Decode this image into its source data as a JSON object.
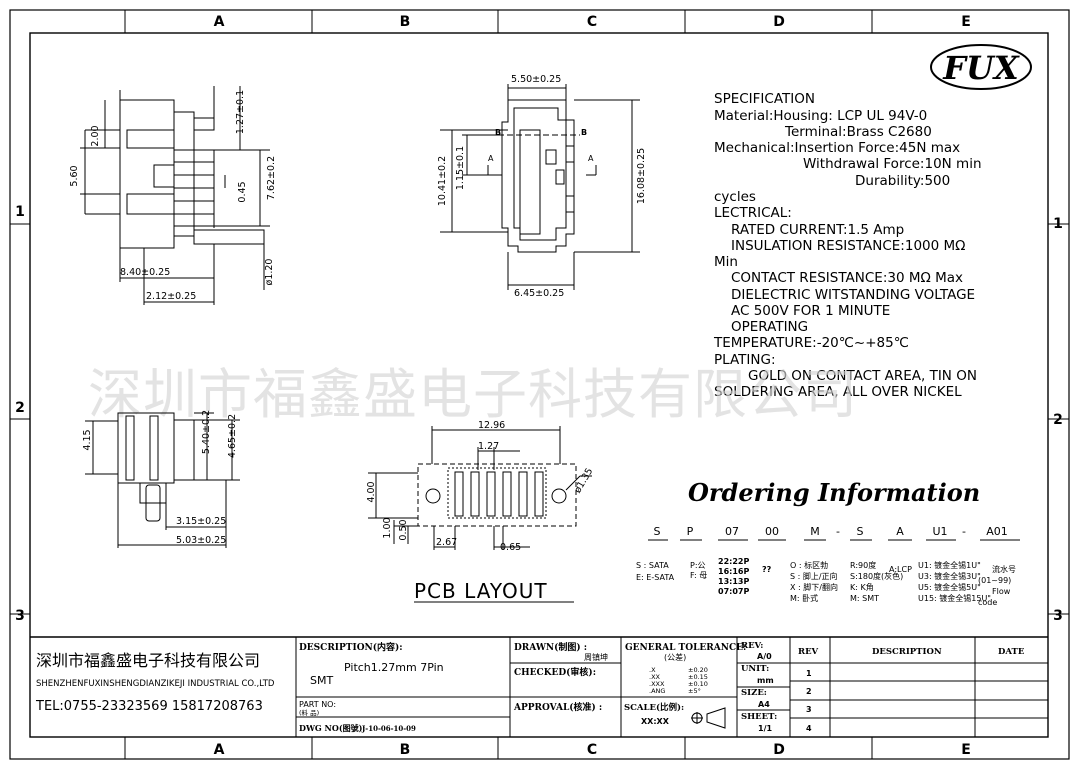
{
  "frame": {
    "columns": [
      "A",
      "B",
      "C",
      "D",
      "E"
    ],
    "rows": [
      "1",
      "2",
      "3"
    ]
  },
  "logo": {
    "text": "FUX"
  },
  "spec": {
    "lines": [
      "SPECIFICATION",
      "Material:Housing:   LCP UL 94V-0",
      "Terminal:Brass C2680",
      "Mechanical:Insertion Force:45N max",
      "Withdrawal Force:10N min",
      "Durability:500",
      "cycles",
      "LECTRICAL:",
      "RATED CURRENT:1.5 Amp",
      "INSULATION RESISTANCE:1000 MΩ",
      "Min",
      "CONTACT RESISTANCE:30 MΩ Max",
      "DIELECTRIC WITSTANDING VOLTAGE",
      "AC 500V FOR 1 MINUTE",
      "OPERATING",
      "TEMPERATURE:-20℃~+85℃",
      "PLATING:",
      "GOLD ON CONTACT AREA, TIN ON",
      "SOLDERING AREA, ALL OVER NICKEL"
    ]
  },
  "watermark": {
    "text": "深圳市福鑫盛电子科技有限公司"
  },
  "dims": {
    "side_top": [
      "2.00",
      "1.27±0.1",
      "5.60",
      "0.45",
      "7.62±0.2",
      "8.40±0.25",
      "2.12±0.25",
      "ø1.20"
    ],
    "front": [
      "5.50±0.25",
      "10.41±0.2",
      "1.15±0.1",
      "16.08±0.25",
      "6.45±0.25"
    ],
    "section_labels": [
      "A",
      "A",
      "B",
      "B"
    ],
    "side_bottom": [
      "4.15",
      "5.40±0.2",
      "4.65±0.2",
      "3.15±0.25",
      "5.03±0.25"
    ],
    "pcb": [
      "12.96",
      "1.27",
      "4.00",
      "ø1.35",
      "1.00",
      "0.50",
      "2.67",
      "0.65"
    ]
  },
  "pcb_title": "PCB LAYOUT",
  "ordering": {
    "title": "Ordering Information",
    "codes": [
      "S",
      "P",
      "07",
      "00",
      "M",
      "-",
      "S",
      "A",
      "U1",
      "-",
      "A01"
    ],
    "notes": {
      "s": [
        "S : SATA",
        "E: E-SATA"
      ],
      "p": [
        "P:公",
        "F: 母"
      ],
      "pins": [
        "22:22P",
        "16:16P",
        "13:13P",
        "07:07P"
      ],
      "q": "??",
      "mount": [
        "O : 标区勃",
        "S : 脚上/正向",
        "X : 脚下/翻向",
        "M:  卧式"
      ],
      "angle": [
        "R:90度",
        "S:180度(灰色)",
        "K: K角",
        "M: SMT"
      ],
      "mat": "A:LCP",
      "plating": [
        "U1: 镀金全锡1U\"",
        "U3: 镀金全锡3U\"",
        "U5: 镀金全锡5U\"",
        "U15: 镀金全锡15U\""
      ],
      "flow": [
        "流水号",
        "(01~99)",
        "Flow",
        "code"
      ]
    }
  },
  "title_block": {
    "company_cn": "深圳市福鑫盛电子科技有限公司",
    "company_en": "SHENZHENFUXINSHENGDIANZIKEJI INDUSTRIAL CO.,LTD",
    "tel": "TEL:0755-23323569  15817208763",
    "description_label": "DESCRIPTION(内容):",
    "description_lines": [
      "Pitch1.27mm   7Pin",
      "SMT"
    ],
    "part_no_label": "PART NO:",
    "part_no_sub": "(料      品)",
    "dwg_no_label": "DWG NO(图號):",
    "dwg_no": "J-10-06-10-09",
    "drawn_label": "DRAWN(制图) :",
    "drawn_value": "周镇坤",
    "checked_label": "CHECKED(审核):",
    "approval_label": "APPROVAL(核准) :",
    "tolerance_label": "GENERAL TOLERANCE:",
    "tolerance_sub": "(公差)",
    "tolerance_rows": [
      [
        ".X",
        "±0.20"
      ],
      [
        ".XX",
        "±0.15"
      ],
      [
        ".XXX",
        "±0.10"
      ],
      [
        ".ANG",
        "±5°"
      ]
    ],
    "scale_label": "SCALE(比例):",
    "scale_value": "XX:XX",
    "rev_label": "REV:",
    "rev_value": "A/0",
    "unit_label": "UNIT:",
    "unit_value": "mm",
    "size_label": "SIZE:",
    "size_value": "A4",
    "sheet_label": "SHEET:",
    "sheet_value": "1/1",
    "rev_col": "REV",
    "desc_col": "DESCRIPTION",
    "date_col": "DATE",
    "rev_rows": [
      "1",
      "2",
      "3",
      "4"
    ]
  }
}
